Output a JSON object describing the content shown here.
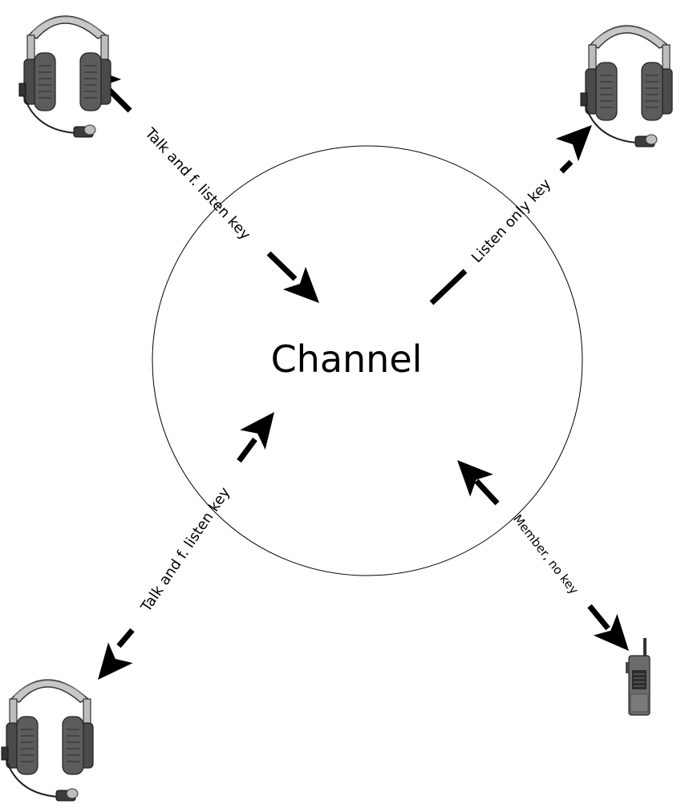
{
  "channel": {
    "label": "Channel"
  },
  "connections": [
    {
      "id": "top-left",
      "label": "Talk and f. listen key",
      "device": "headset",
      "direction": "two-way"
    },
    {
      "id": "top-right",
      "label": "Listen only key",
      "device": "headset",
      "direction": "channel-to-device"
    },
    {
      "id": "bottom-left",
      "label": "Talk and f. listen key",
      "device": "headset",
      "direction": "two-way"
    },
    {
      "id": "bottom-right",
      "label": "Member, no key",
      "device": "radio",
      "direction": "two-way"
    }
  ],
  "colors": {
    "line": "#000000",
    "headband": "#b8b8b8",
    "cup": "#6e6e6e",
    "radio": "#6b6b6b"
  }
}
